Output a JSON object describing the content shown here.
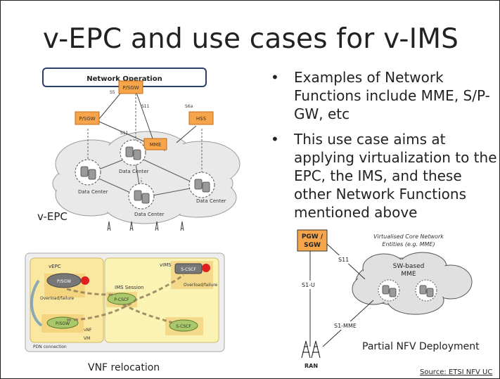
{
  "slide": {
    "title": "v-EPC and use cases for v-IMS",
    "bullets": [
      "Examples of Network Functions include MME, S/P-GW, etc",
      "This use case aims at applying virtualization to the EPC, the IMS, and these other Network Functions mentioned above"
    ],
    "bullet_glyph": "•",
    "source": "Source: ETSI NFV UC"
  },
  "epc_diagram": {
    "header": "Network Operation",
    "nodes": {
      "pgw_left": "P/SGW",
      "pgw_top": "P/SGW",
      "hss": "HSS",
      "mme": "MME"
    },
    "links": {
      "s5": "S5",
      "s11_left": "S11",
      "s11_right": "S11",
      "s6a": "S6a"
    },
    "data_center": "Data Center",
    "caption": "v-EPC"
  },
  "relocation_diagram": {
    "vepc": "vEPC",
    "vims": "vIMS",
    "ims_session": "IMS Session",
    "p_sgw": "P/SGW",
    "s_cscf_top": "S-CSCF",
    "p_cscf": "P-CSCF",
    "s_cscf_bottom": "S-CSCF",
    "pgw": "P/SGW",
    "overload_left": "Overload/failure",
    "overload_right": "Overload/failure",
    "vnf": "vNF",
    "vm": "VM",
    "pdn": "PDN connection",
    "caption": "VNF relocation"
  },
  "nfv_diagram": {
    "gateway": [
      "PGW /",
      "SGW"
    ],
    "core_label": [
      "Virtualised Core Network",
      "Entities (e.g. MME)"
    ],
    "sw_mme": [
      "SW-based",
      "MME"
    ],
    "s11": "S11",
    "s1u": "S1-U",
    "s1mme": "S1-MME",
    "ran": "RAN",
    "caption": "Partial NFV Deployment"
  },
  "colors": {
    "node_orange": "#f6a54a",
    "node_border": "#c06b15",
    "cloud": "#e9e9e9",
    "vim_green": "#a8c86b"
  }
}
